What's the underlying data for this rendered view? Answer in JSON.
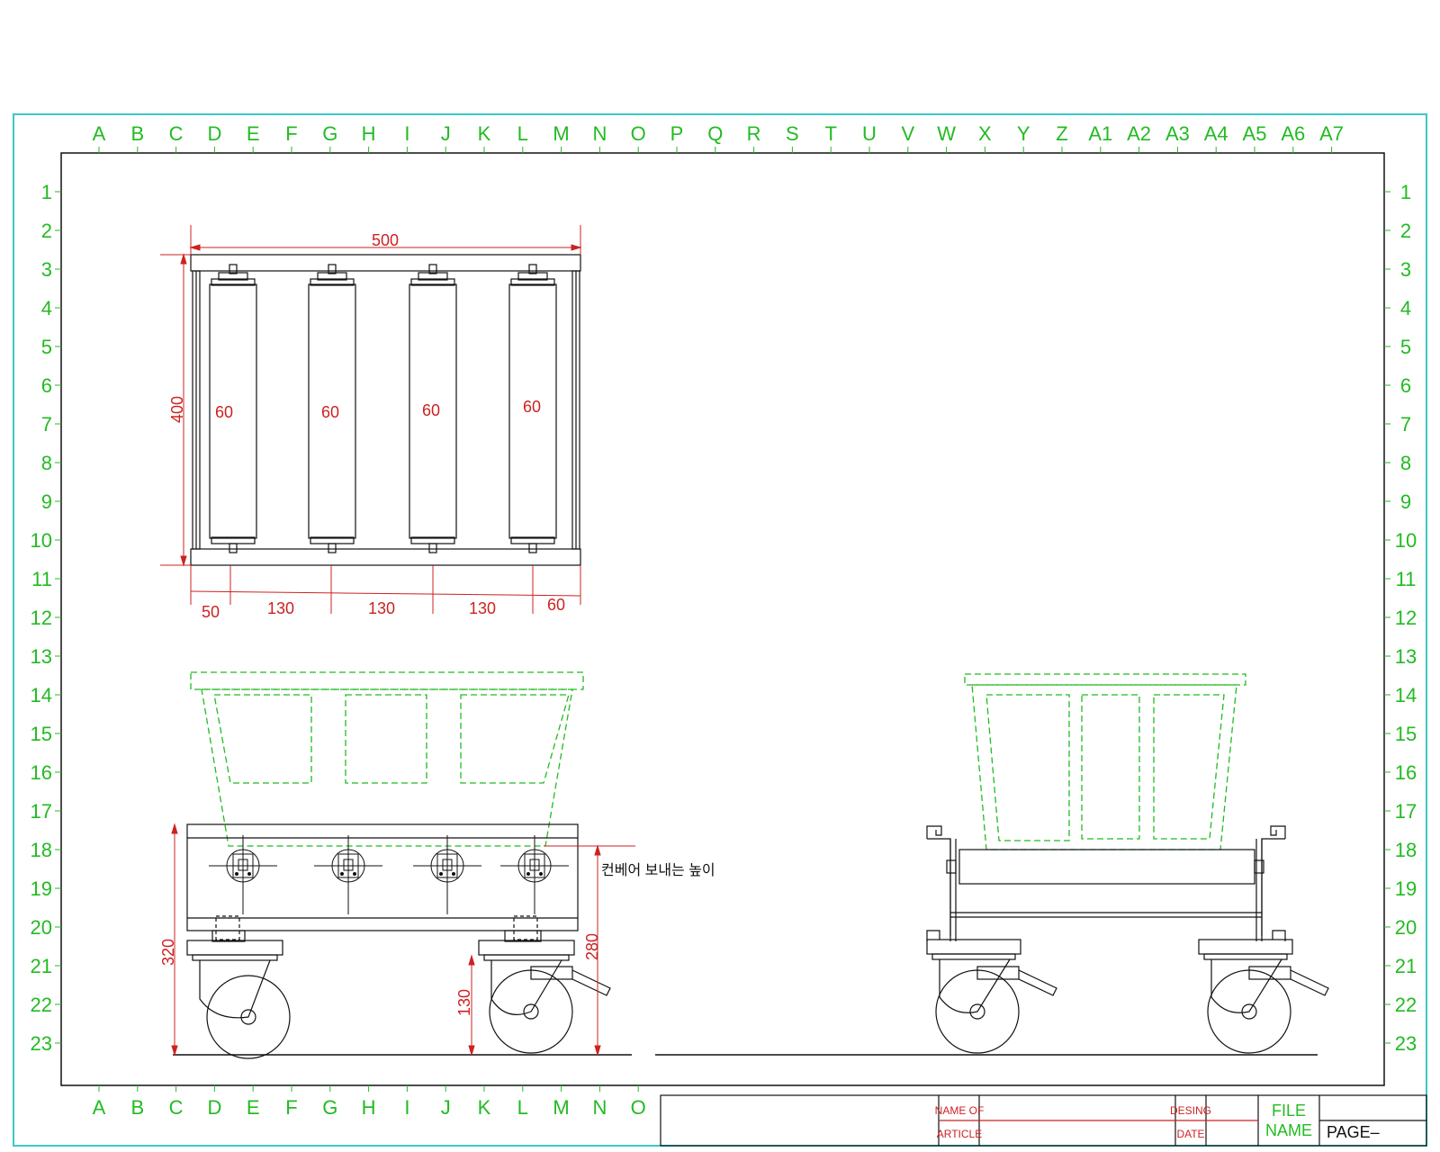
{
  "grid": {
    "columns_top": [
      "A",
      "B",
      "C",
      "D",
      "E",
      "F",
      "G",
      "H",
      "I",
      "J",
      "K",
      "L",
      "M",
      "N",
      "O",
      "P",
      "Q",
      "R",
      "S",
      "T",
      "U",
      "V",
      "W",
      "X",
      "Y",
      "Z",
      "A1",
      "A2",
      "A3",
      "A4",
      "A5",
      "A6",
      "A7"
    ],
    "columns_bottom": [
      "A",
      "B",
      "C",
      "D",
      "E",
      "F",
      "G",
      "H",
      "I",
      "J",
      "K",
      "L",
      "M",
      "N",
      "O"
    ],
    "rows": [
      "1",
      "2",
      "3",
      "4",
      "5",
      "6",
      "7",
      "8",
      "9",
      "10",
      "11",
      "12",
      "13",
      "14",
      "15",
      "16",
      "17",
      "18",
      "19",
      "20",
      "21",
      "22",
      "23"
    ]
  },
  "top_view": {
    "width_dim": "500",
    "height_dim": "400",
    "roller_labels": [
      "60",
      "60",
      "60",
      "60"
    ],
    "spacing_dims": [
      "50",
      "130",
      "130",
      "130",
      "60"
    ]
  },
  "side_view": {
    "height_total": "320",
    "height_conveyor": "280",
    "height_wheel": "130",
    "annotation": "컨베어 보내는 높이"
  },
  "title_block": {
    "name_of": "NAME OF",
    "article": "ARTICLE",
    "desing": "DESING",
    "date": "DATE",
    "file": "FILE",
    "name": "NAME",
    "page": "PAGE–"
  },
  "colors": {
    "border": "#3cc8c8",
    "grid_text": "#22bb22",
    "dimension": "#cc2222",
    "outline": "#111111",
    "hidden": "#22bb22"
  }
}
